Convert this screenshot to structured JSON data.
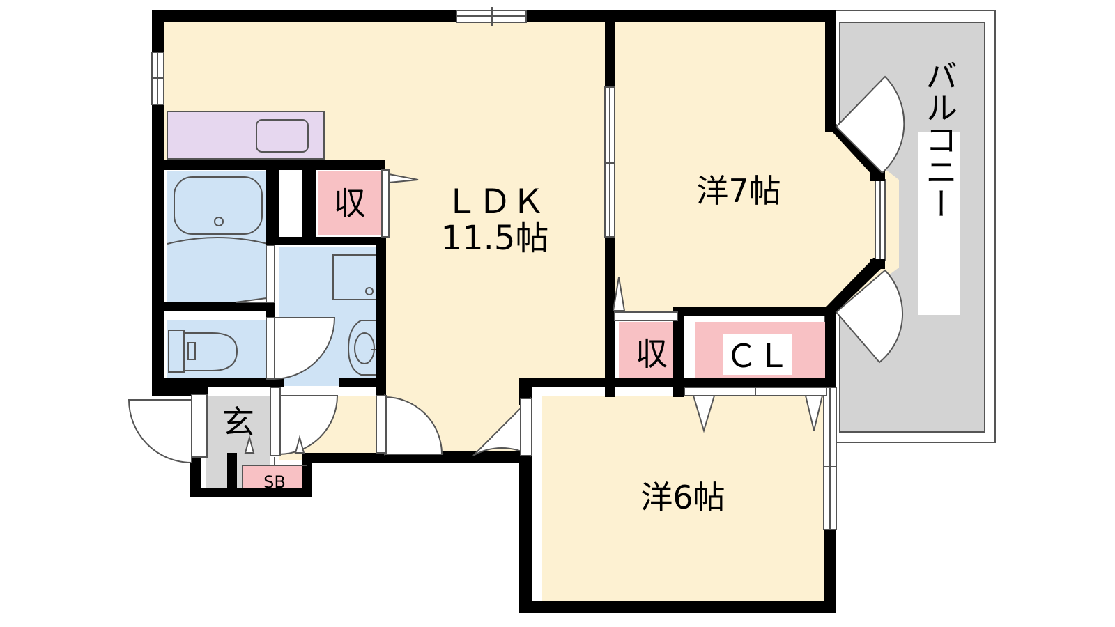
{
  "rooms": {
    "ldk": {
      "name": "ＬＤＫ",
      "size": "11.5帖"
    },
    "western7": {
      "label": "洋7帖"
    },
    "western6": {
      "label": "洋6帖"
    },
    "closet": {
      "label": "ＣＬ"
    },
    "storage_left": {
      "label": "収"
    },
    "storage_right": {
      "label": "収"
    },
    "entrance": {
      "label": "玄"
    },
    "shoe_box": {
      "label": "SB"
    },
    "balcony": {
      "label": "バルコニー"
    }
  },
  "colors": {
    "living": "#fdf1d2",
    "wet": "#cfe3f5",
    "storage": "#f8c1c4",
    "kitchen": "#e6d7ef",
    "balcony": "#d3d3d3",
    "entrance": "#d6d6d6",
    "wall": "#000000"
  }
}
